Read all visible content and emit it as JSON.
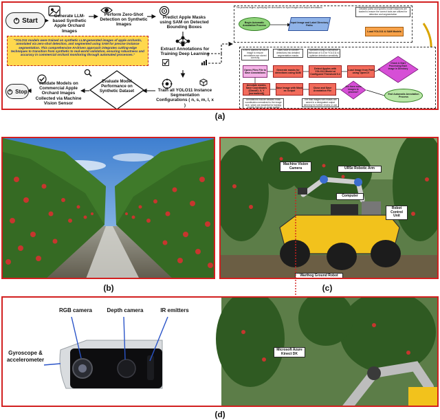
{
  "labels": {
    "a": "(a)",
    "b": "(b)",
    "c": "(c)",
    "d": "(d)"
  },
  "flow": {
    "start": "Start",
    "stop": "Stop",
    "step1": "Generate LLM-based Synthetic Apple Orchard Images",
    "step2": "Perform Zero-Shot Detection on Synthetic Images",
    "step3": "Predict Apple Masks using SAM on Detected Bounding Boxes",
    "step4": "Extract Annotations for Training Deep Learning",
    "step5": "Train all YOLO11 Instance Segmentation Configurations ( n, s, m, l, x )",
    "step6": "Evaluate Model Performance on Synthetic Dataset",
    "step7": "Validate Models on Commercial Apple Orchard Images Collected via Machine Vision Sensor",
    "quote": "\"YOLO11 models were trained on synthetic LLM-generated images of apple orchards, annotated via zero-shot detection, and segmented using SAM for precise instance segmentation. This comprehensive AI-driven approach integrates cutting-edge techniques to transition from synthetic to real-world validation, ensuring robustness and accuracy in commercial orchard monitoring through automated processes.\""
  },
  "subflow": {
    "intro_note": "The process begins, specifying the directories for input images and output annotations",
    "begin": "Begin Automatic Annotation Process",
    "input_dirs": "Input Image and Label Directory Paths",
    "detailed_note": "Detailed paths and specific model instances are loaded to ensure the correct tools are utilized for detection and segmentation",
    "load_models": "Load YOLO11 & SAM Models",
    "check": "Check & Start Processing Each Image in Directory",
    "no_more": "Are there more images to process?",
    "end": "End Automatic Annotation Process",
    "opens_file": "Opens Files File to Save Annotations",
    "gen_masks": "Generate masks for detections using SAM",
    "detect_apples": "Detect Apples with YOLO11 Model at Configured Threshold 0.4",
    "load_img": "Load Image from Path using OpenCV",
    "annotate": "Annotate masks, Save Coordinates (ClassID, X, Y (normalized))",
    "save_img": "Save Image with Mask as Output",
    "close_file": "Close and Save Annotation File",
    "note_file": "A file is opened for each image to ensure annotations are stored correctly",
    "note_sam": "Uses SAM to convert detections into detailed segmentation masks",
    "note_yolo": "Specifies using a confidence threshold of 0.4 for YOLO11 to optimize detection sensitivity",
    "note_coords": "Annotations include detailed mask coordinates normalized to the image size, which are essential for training models that rely on exact spatial information",
    "note_final": "The final images with masks are saved in a designated output directory for further review or use"
  },
  "panel_c": {
    "machine_vision_camera": "Machine Vision Camera",
    "ur5e_arm": "UR5e Robotic Arm",
    "computer": "Computer",
    "robot_control_unit": "Robot Control Unit",
    "warthog": "Warthog Ground Robot"
  },
  "panel_d": {
    "rgb_camera": "RGB camera",
    "depth_camera": "Depth camera",
    "ir_emitters": "IR emitters",
    "gyroscope": "Gyroscope & accelerometer",
    "azure_kinect": "Microsoft Azure Kinect DK"
  },
  "colors": {
    "panel_border": "#d21f1f",
    "quote_bg": "#ffd84d",
    "robot_yellow": "#f2c21c",
    "foliage": "#3f7a2a",
    "apple_red": "#c7362e"
  }
}
